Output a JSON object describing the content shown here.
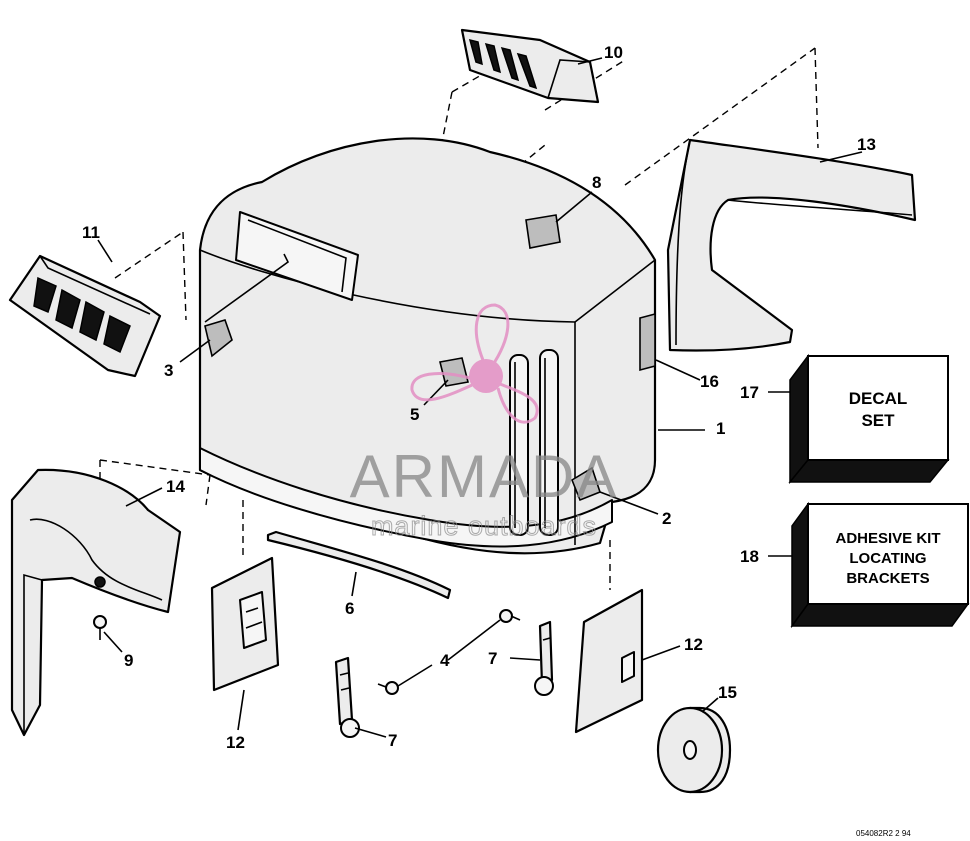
{
  "diagram": {
    "callouts": {
      "c1": "1",
      "c2": "2",
      "c3": "3",
      "c4": "4",
      "c5": "5",
      "c6": "6",
      "c7a": "7",
      "c7b": "7",
      "c8": "8",
      "c9": "9",
      "c10": "10",
      "c11": "11",
      "c12a": "12",
      "c12b": "12",
      "c13": "13",
      "c14": "14",
      "c15": "15",
      "c16": "16",
      "c17": "17",
      "c18": "18"
    },
    "decal_box": {
      "line1": "DECAL",
      "line2": "SET"
    },
    "adhesive_box": {
      "line1": "ADHESIVE KIT",
      "line2": "LOCATING",
      "line3": "BRACKETS"
    },
    "drawing_code": "054082R2 2 94"
  },
  "watermark": {
    "title": "ARMADA",
    "subtitle": "marine outboards",
    "logo_color": "#e38fc3"
  }
}
